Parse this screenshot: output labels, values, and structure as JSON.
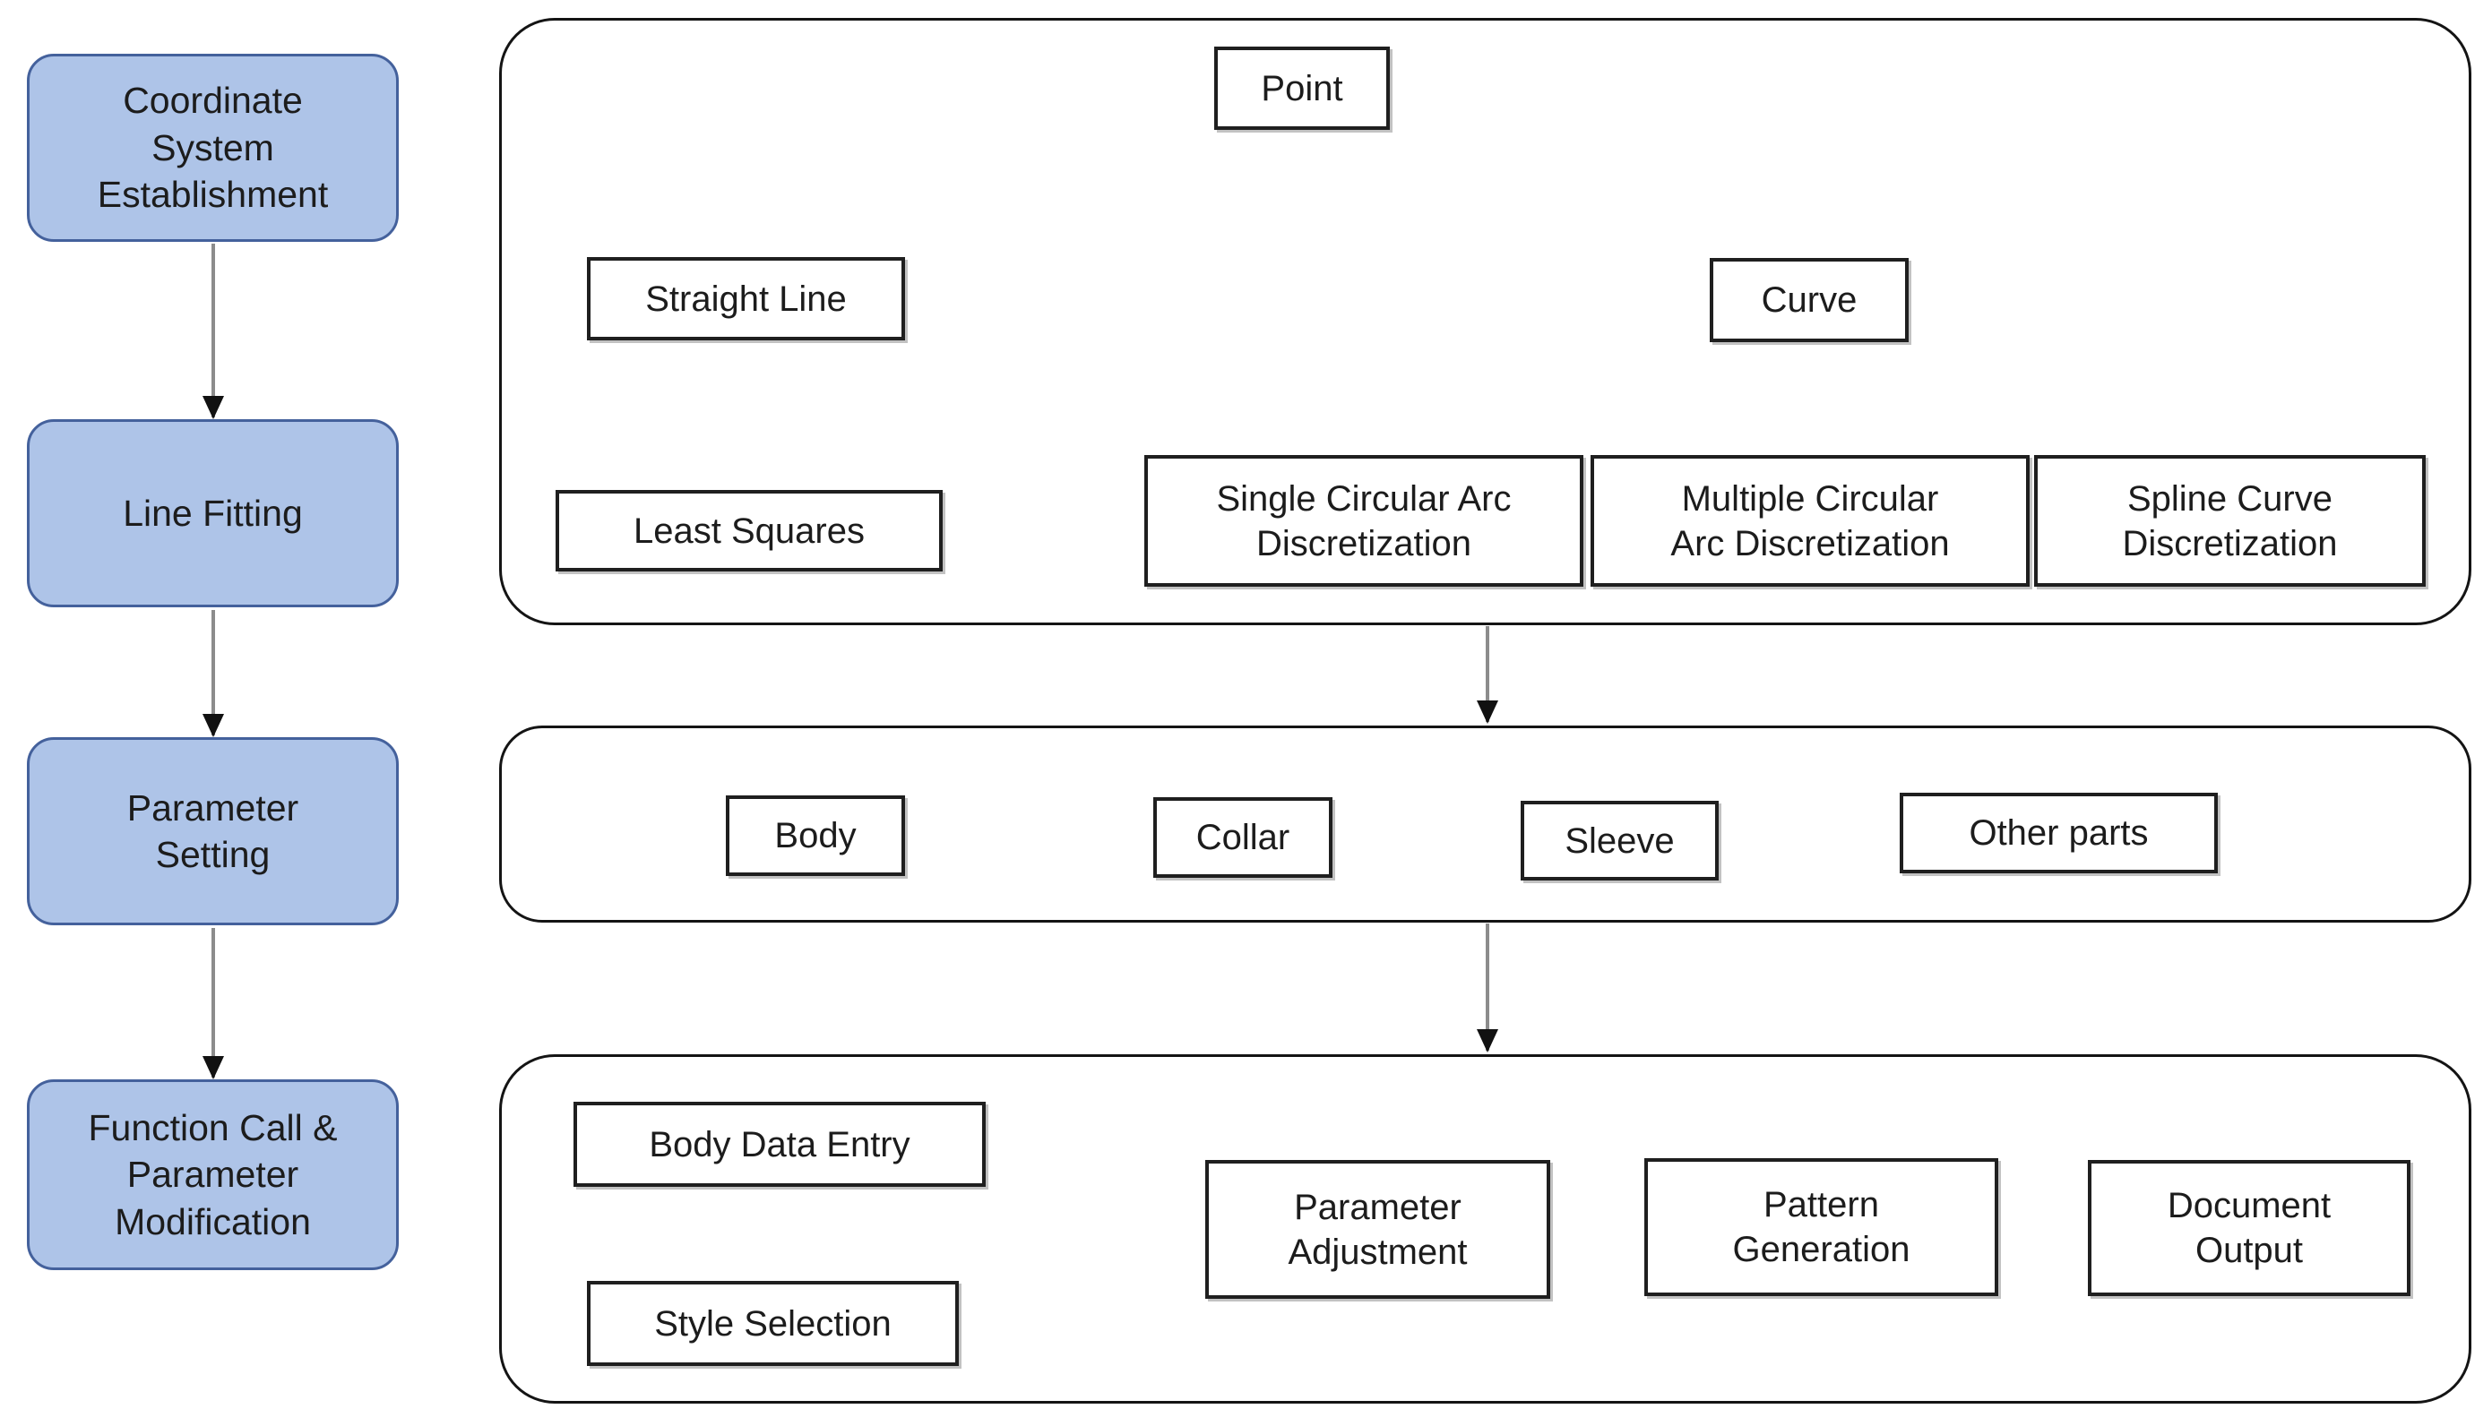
{
  "diagram": {
    "sidebar_steps": [
      {
        "label": "Coordinate\nSystem\nEstablishment"
      },
      {
        "label": "Line Fitting"
      },
      {
        "label": "Parameter\nSetting"
      },
      {
        "label": "Function Call &\nParameter\nModification"
      }
    ],
    "geometry_panel": {
      "point": "Point",
      "straight_line": "Straight Line",
      "curve": "Curve",
      "least_squares": "Least Squares",
      "single_arc": "Single Circular Arc\nDiscretization",
      "multiple_arc": "Multiple Circular\nArc Discretization",
      "spline": "Spline Curve\nDiscretization"
    },
    "parts_panel": {
      "body": "Body",
      "collar": "Collar",
      "sleeve": "Sleeve",
      "other": "Other parts"
    },
    "workflow_panel": {
      "body_data_entry": "Body Data Entry",
      "style_selection": "Style Selection",
      "parameter_adjustment": "Parameter\nAdjustment",
      "pattern_generation": "Pattern\nGeneration",
      "document_output": "Document\nOutput"
    },
    "colors": {
      "step_fill": "#AEC4E8",
      "step_border": "#44619C",
      "node_border": "#1F1F1F",
      "arrow_gray": "#8C8C8C",
      "arrow_black": "#1A1A1A",
      "background": "#FFFFFF"
    }
  }
}
